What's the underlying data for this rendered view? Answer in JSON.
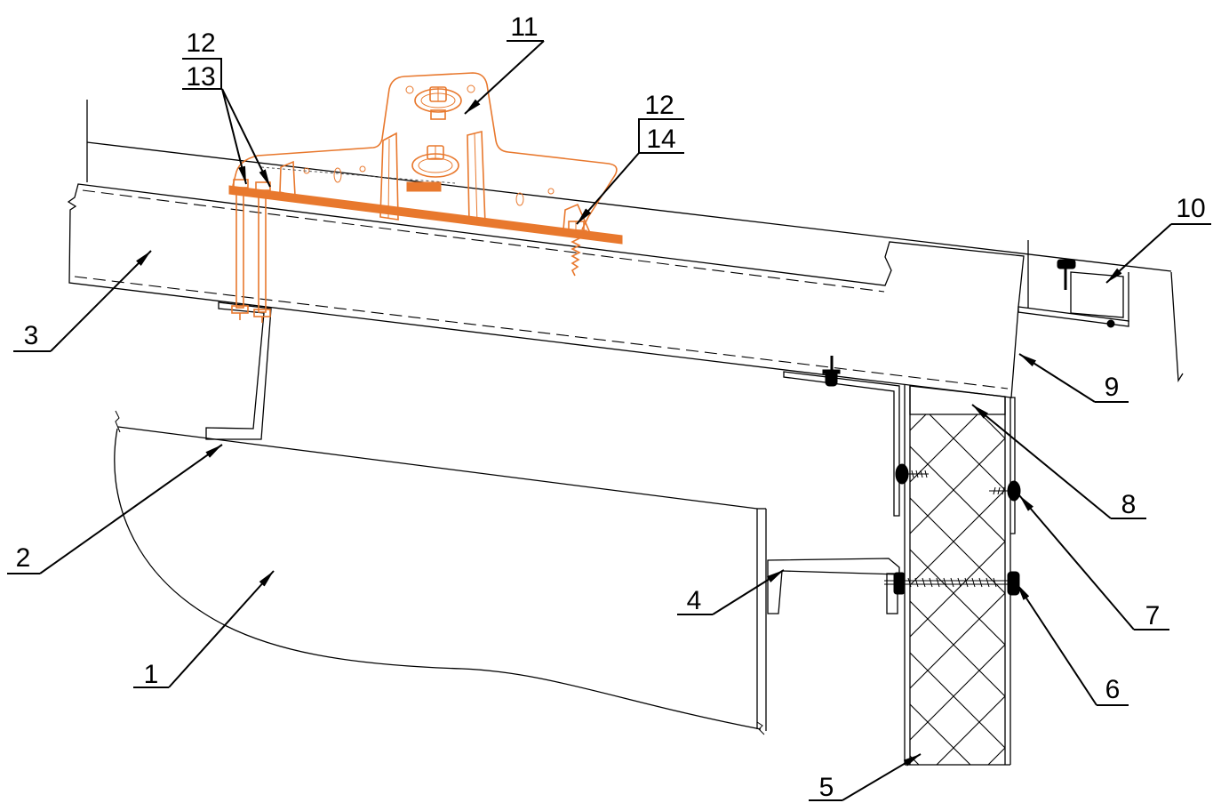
{
  "colors": {
    "line": "#000000",
    "bracket": "#e8782d",
    "background": "#ffffff"
  },
  "callouts": [
    "12",
    "13",
    "11",
    "12",
    "14",
    "10",
    "3",
    "9",
    "8",
    "2",
    "7",
    "4",
    "6",
    "1",
    "5"
  ]
}
